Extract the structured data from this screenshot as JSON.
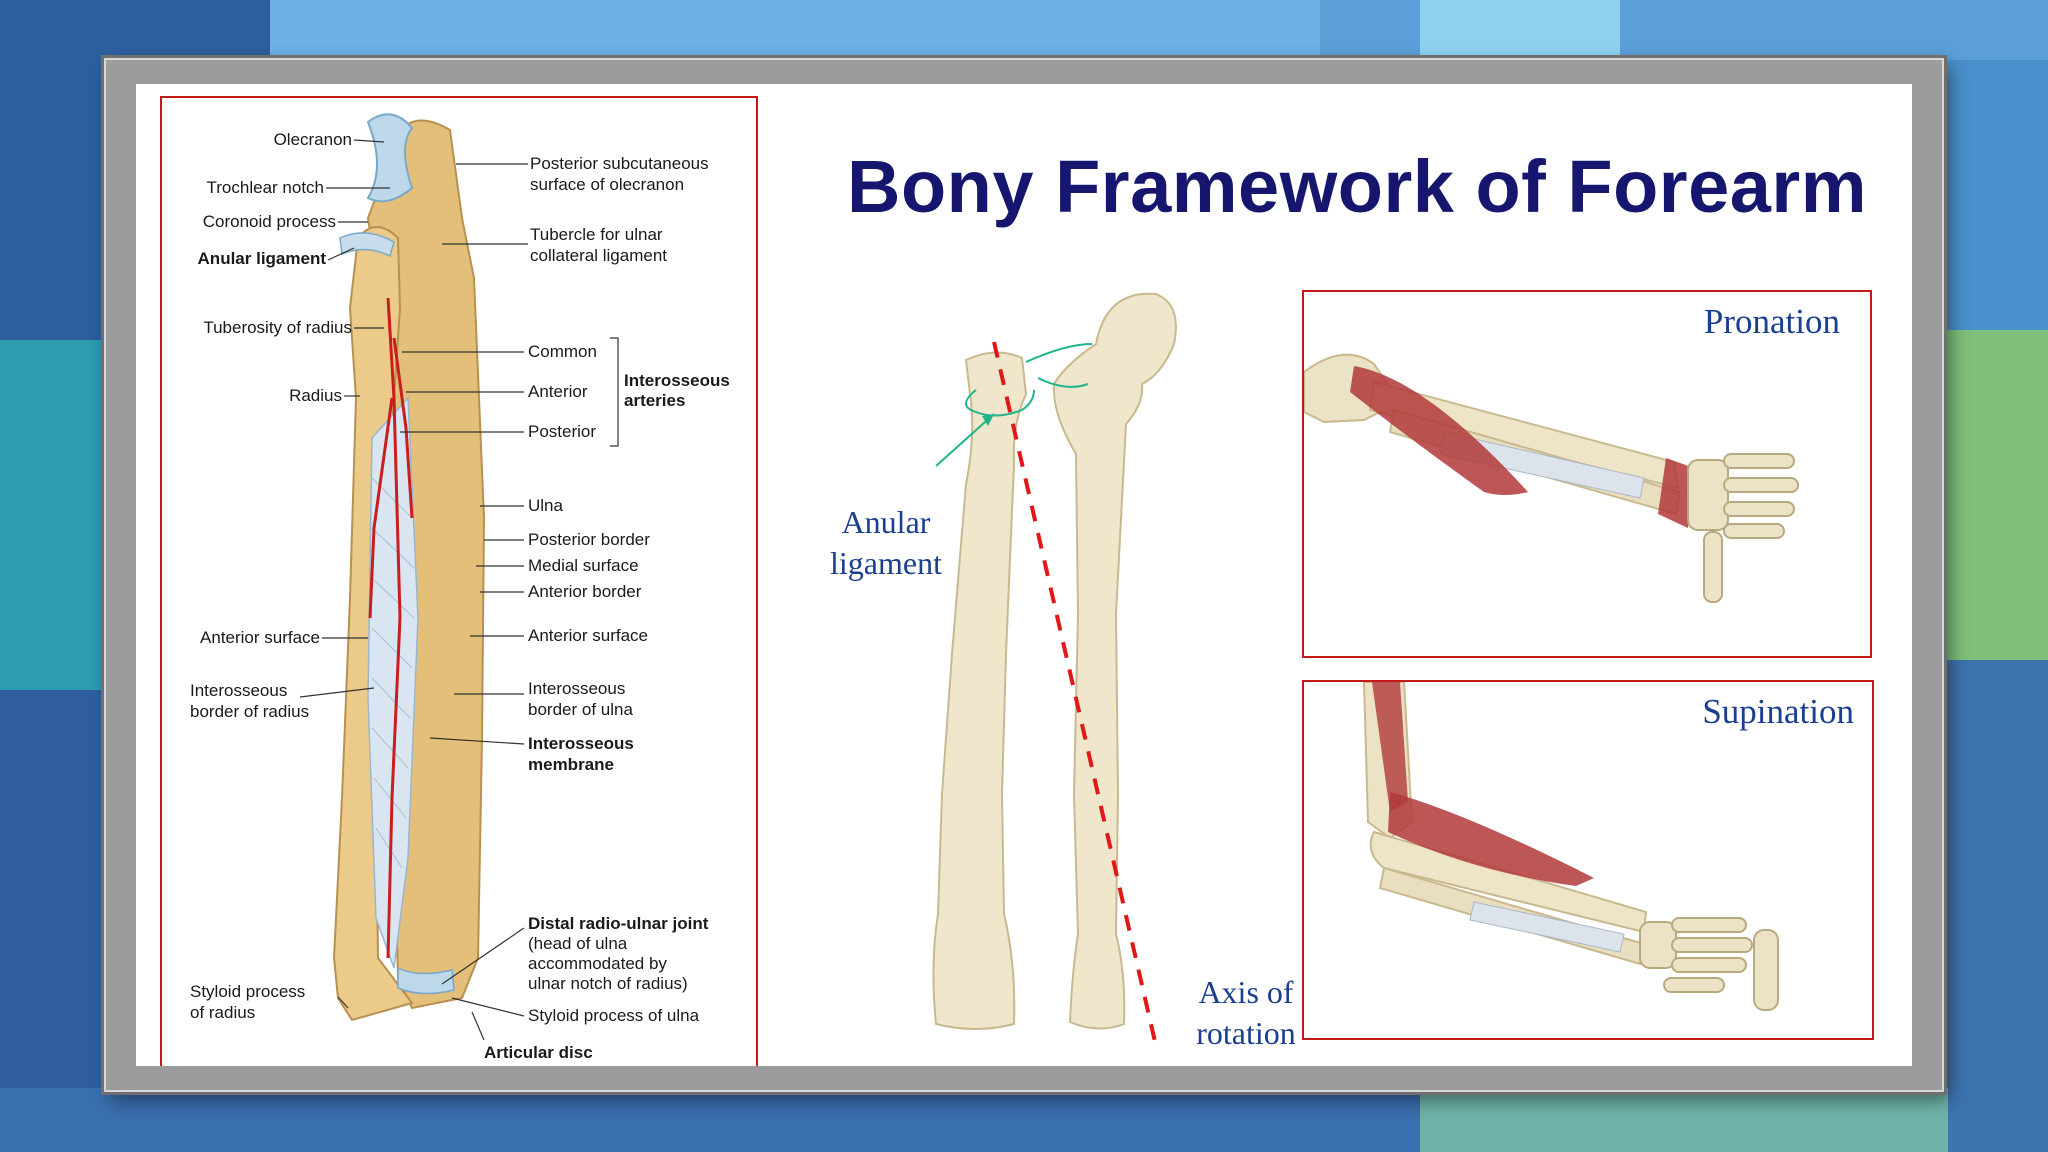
{
  "slide": {
    "title": "Bony Framework of Forearm"
  },
  "anatomy_panel": {
    "left_labels": {
      "olecranon": "Olecranon",
      "trochlear_notch": "Trochlear notch",
      "coronoid_process": "Coronoid process",
      "anular_ligament": "Anular ligament",
      "tuberosity_of_radius": "Tuberosity of radius",
      "radius": "Radius",
      "anterior_surface": "Anterior surface",
      "interosseous_border_line1": "Interosseous",
      "interosseous_border_line2": "border of radius",
      "styloid_radius_line1": "Styloid process",
      "styloid_radius_line2": "of radius"
    },
    "right_labels": {
      "post_subcut_line1": "Posterior subcutaneous",
      "post_subcut_line2": "surface of olecranon",
      "tubercle_line1": "Tubercle for ulnar",
      "tubercle_line2": "collateral ligament",
      "common": "Common",
      "anterior": "Anterior",
      "posterior": "Posterior",
      "interosseous_arteries_line1": "Interosseous",
      "interosseous_arteries_line2": "arteries",
      "ulna": "Ulna",
      "posterior_border": "Posterior border",
      "medial_surface": "Medial surface",
      "anterior_border": "Anterior border",
      "anterior_surface": "Anterior surface",
      "interosseous_border_ulna_line1": "Interosseous",
      "interosseous_border_ulna_line2": "border of ulna",
      "interosseous_membrane_line1": "Interosseous",
      "interosseous_membrane_line2": "membrane",
      "distal_joint_line1": "Distal radio-ulnar joint",
      "distal_joint_line2": "(head of ulna",
      "distal_joint_line3": "accommodated by",
      "distal_joint_line4": "ulnar notch of radius)",
      "styloid_ulna": "Styloid process of ulna",
      "articular_disc": "Articular disc"
    }
  },
  "bones_figure": {
    "anular_ligament_line1": "Anular",
    "anular_ligament_line2": "ligament",
    "axis_line1": "Axis of",
    "axis_line2": "rotation"
  },
  "pronation_panel": {
    "title": "Pronation"
  },
  "supination_panel": {
    "title": "Supination"
  },
  "colors": {
    "title": "#16166e",
    "panel_border": "#c41a1a",
    "serif_labels": "#1a3f8f",
    "axis_line": "#e01818",
    "annotation": "#1fb58a",
    "bone": "#e8c98a",
    "muscle": "#b23a3a"
  }
}
